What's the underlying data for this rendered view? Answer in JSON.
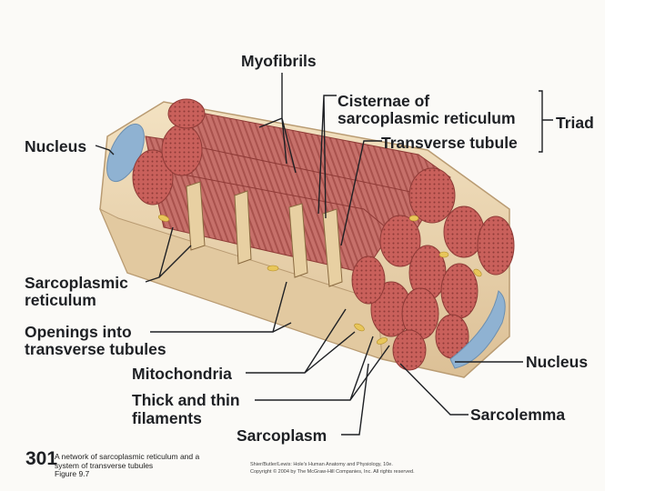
{
  "labels": {
    "myofibrils": "Myofibrils",
    "cisternae_1": "Cisternae of",
    "cisternae_2": "sarcoplasmic reticulum",
    "triad": "Triad",
    "transverse_tubule": "Transverse tubule",
    "nucleus_left": "Nucleus",
    "sarcoplasmic_1": "Sarcoplasmic",
    "sarcoplasmic_2": "reticulum",
    "openings_1": "Openings into",
    "openings_2": "transverse tubules",
    "mitochondria": "Mitochondria",
    "thick_thin_1": "Thick and thin",
    "thick_thin_2": "filaments",
    "sarcoplasm": "Sarcoplasm",
    "nucleus_right": "Nucleus",
    "sarcolemma": "Sarcolemma"
  },
  "caption": {
    "number": "301",
    "line1": "A network of sarcoplasmic reticulum and a",
    "line2": "system of transverse tubules",
    "line3": "Figure 9.7"
  },
  "credit": {
    "line1": "Shier/Butler/Lewis: Hole's Human Anatomy and Physiology, 10e.",
    "line2": "Copyright © 2004 by The McGraw-Hill Companies, Inc. All rights reserved."
  },
  "colors": {
    "myofibril": "#c8625c",
    "myofibril_dark": "#a94844",
    "sarcolemma": "#ead3ad",
    "nucleus": "#8fb2d2",
    "mitochondria": "#e8c65a",
    "leader": "#1e2024"
  }
}
